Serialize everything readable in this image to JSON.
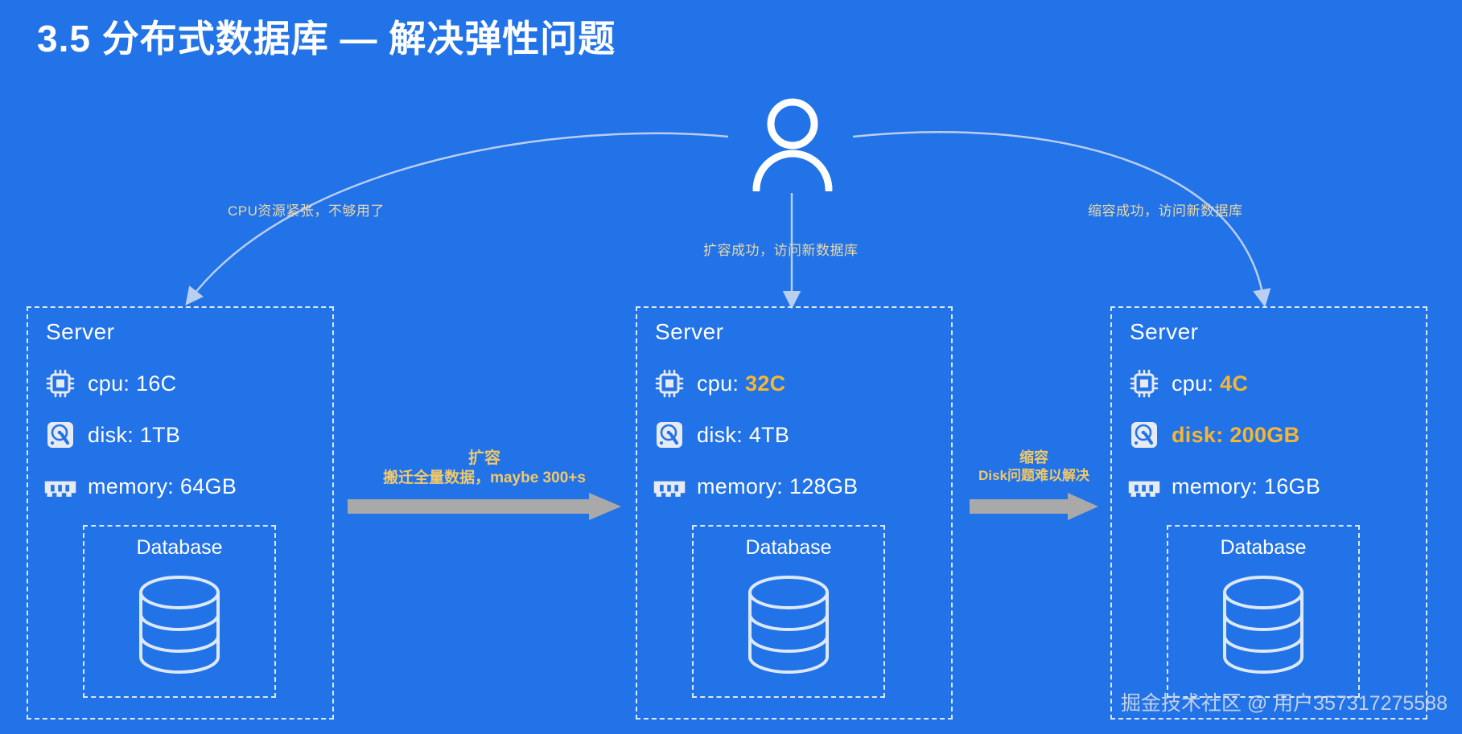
{
  "slide": {
    "title": "3.5 分布式数据库 — 解决弹性问题",
    "background_color": "#2272e8",
    "accent_color": "#f5b731",
    "watermark": "掘金技术社区 @ 用户357317275588"
  },
  "actor": {
    "icon": "user-avatar-icon"
  },
  "arc_labels": [
    {
      "text": "CPU资源紧张，不够用了"
    },
    {
      "text": "扩容成功，访问新数据库"
    },
    {
      "text": "缩容成功，访问新数据库"
    }
  ],
  "servers": [
    {
      "title": "Server",
      "specs": [
        {
          "icon": "cpu-icon",
          "label": "cpu: ",
          "value": "16C",
          "highlight": false
        },
        {
          "icon": "disk-icon",
          "label": "disk: ",
          "value": "1TB",
          "highlight": false
        },
        {
          "icon": "memory-icon",
          "label": "memory: ",
          "value": "64GB",
          "highlight": false
        }
      ],
      "database": {
        "title": "Database",
        "icon": "database-cylinder-icon"
      }
    },
    {
      "title": "Server",
      "specs": [
        {
          "icon": "cpu-icon",
          "label": "cpu: ",
          "value": "32C",
          "highlight": true
        },
        {
          "icon": "disk-icon",
          "label": "disk: ",
          "value": "4TB",
          "highlight": false
        },
        {
          "icon": "memory-icon",
          "label": "memory: ",
          "value": "128GB",
          "highlight": false
        }
      ],
      "database": {
        "title": "Database",
        "icon": "database-cylinder-icon"
      }
    },
    {
      "title": "Server",
      "specs": [
        {
          "icon": "cpu-icon",
          "label": "cpu: ",
          "value": "4C",
          "highlight": true,
          "full_highlight": false
        },
        {
          "icon": "disk-icon",
          "label": "disk: ",
          "value": "200GB",
          "highlight": true,
          "full_highlight": true
        },
        {
          "icon": "memory-icon",
          "label": "memory: ",
          "value": "16GB",
          "highlight": false
        }
      ],
      "database": {
        "title": "Database",
        "icon": "database-cylinder-icon"
      }
    }
  ],
  "flows": [
    {
      "main": "扩容",
      "sub": "搬迁全量数据，maybe 300+s"
    },
    {
      "main": "缩容",
      "sub": "Disk问题难以解决"
    }
  ]
}
